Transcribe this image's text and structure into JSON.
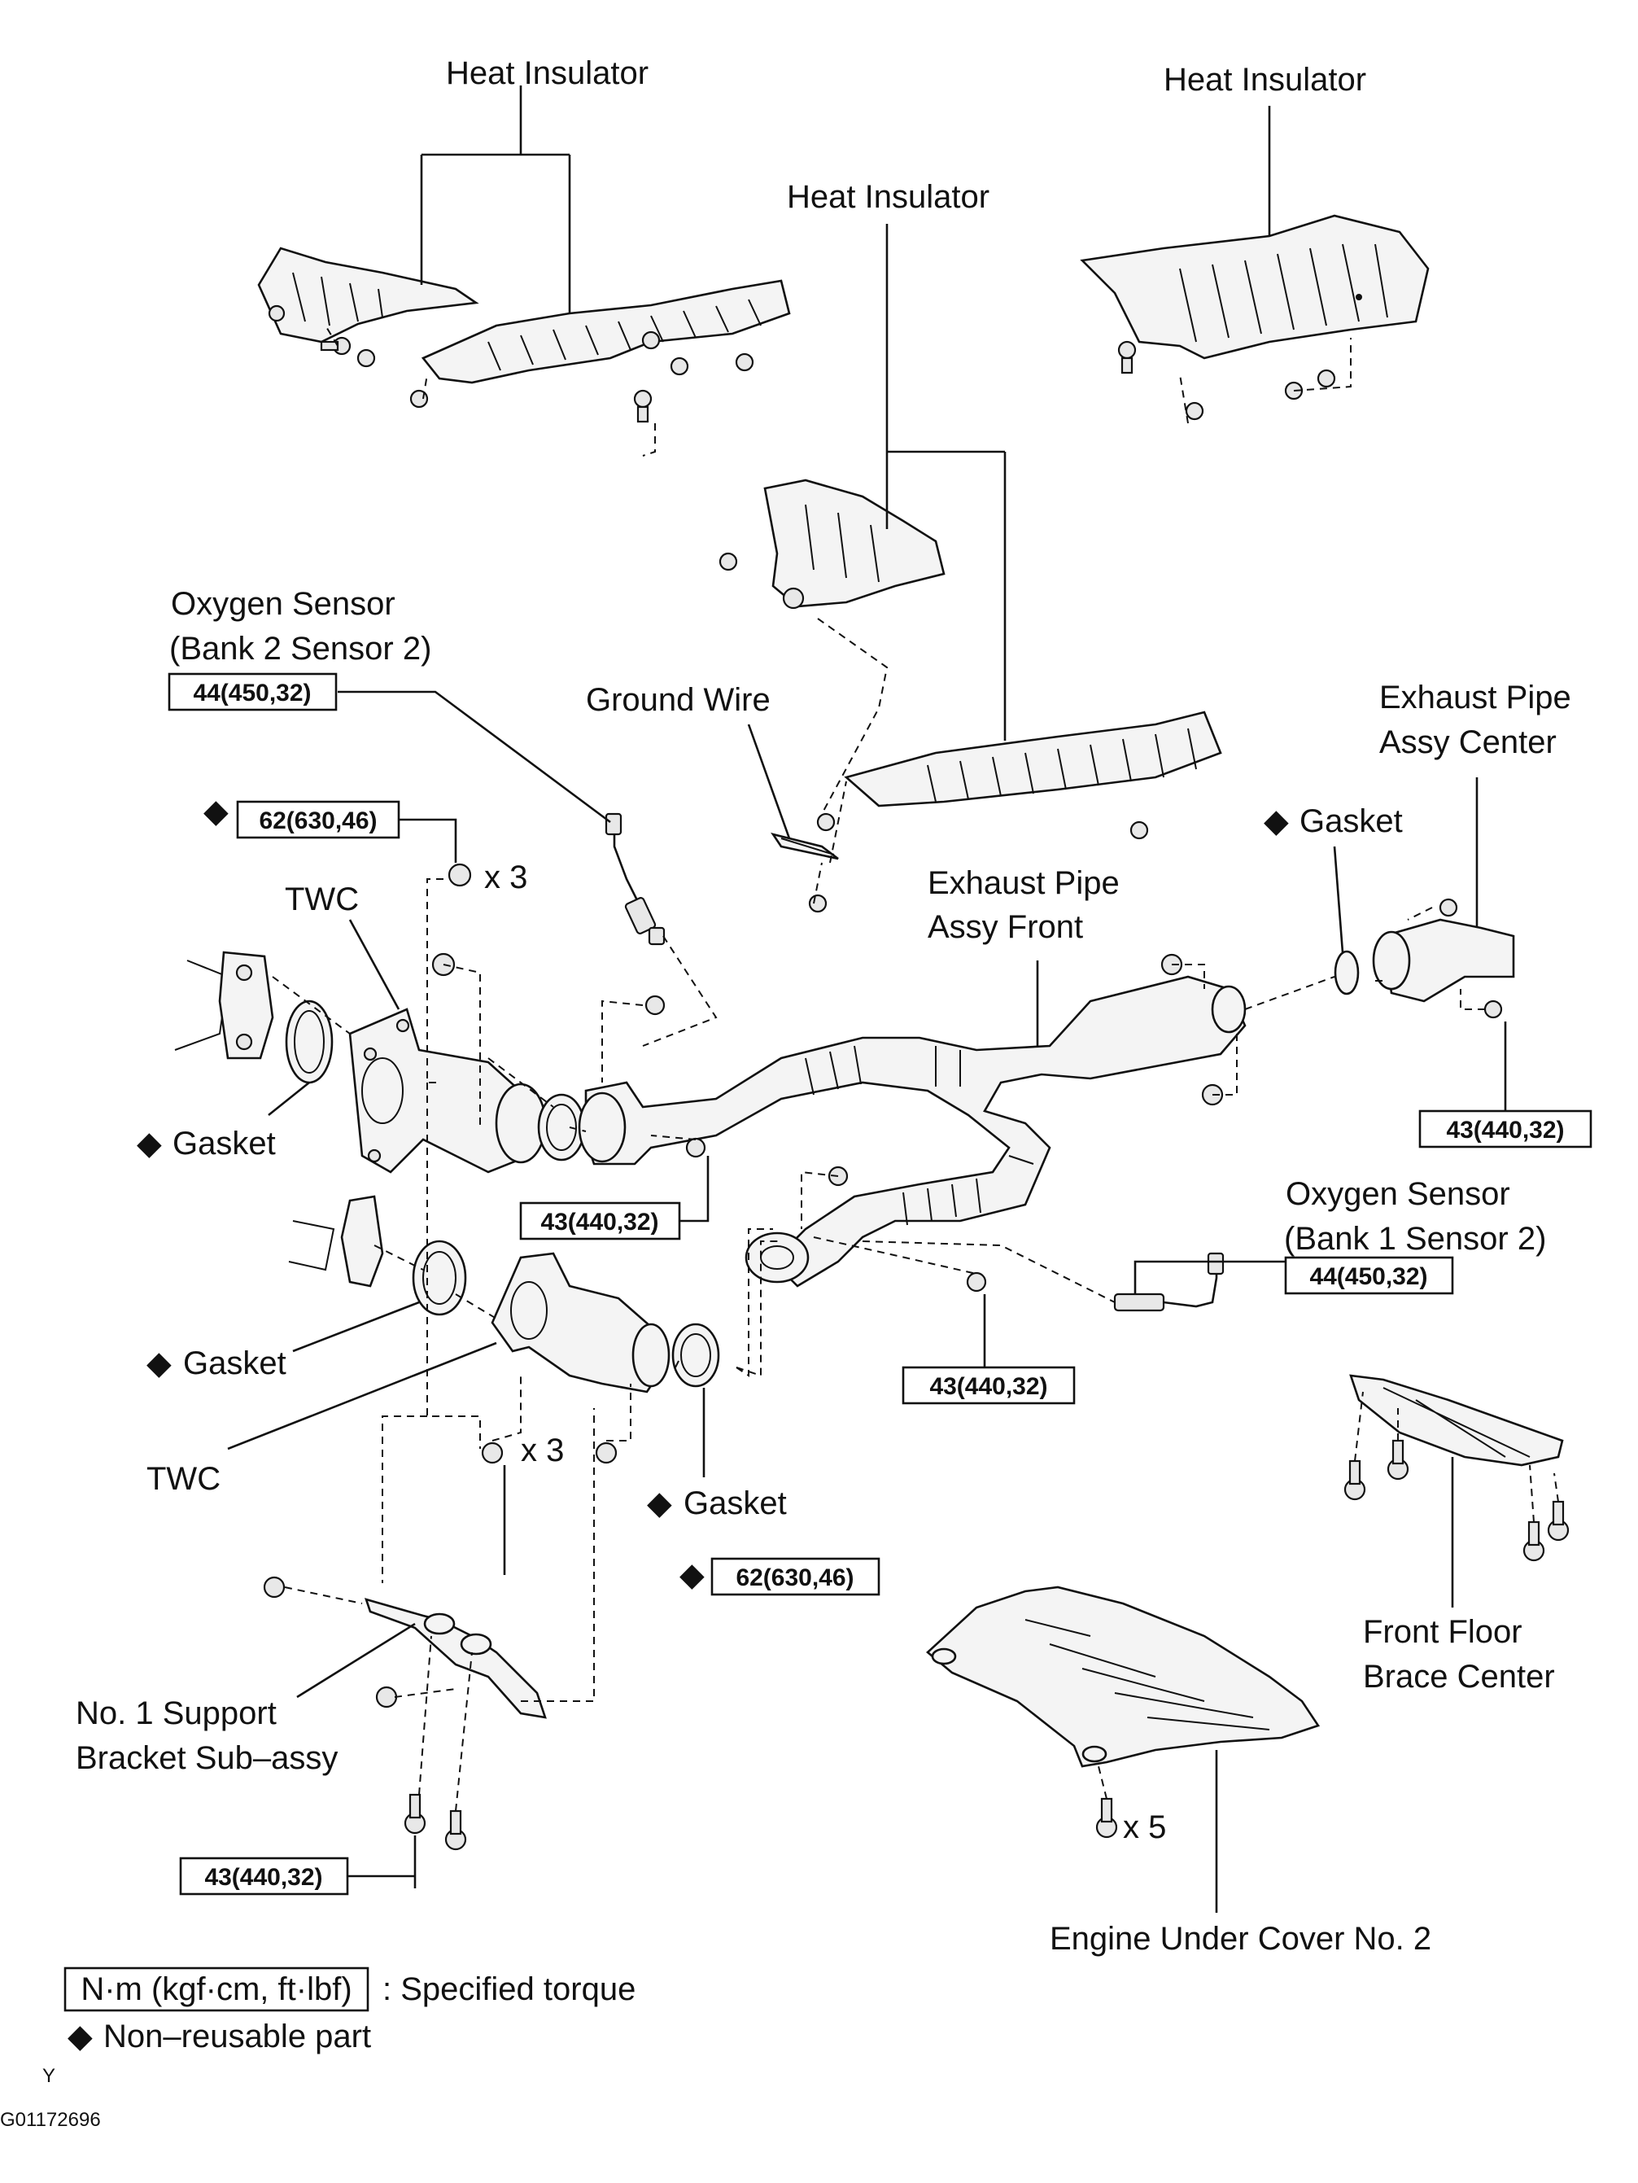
{
  "labels": {
    "heat_insulator_1": "Heat Insulator",
    "heat_insulator_2": "Heat Insulator",
    "heat_insulator_3": "Heat Insulator",
    "oxygen_sensor_b2s2_line1": "Oxygen Sensor",
    "oxygen_sensor_b2s2_line2": "(Bank 2 Sensor 2)",
    "ground_wire": "Ground Wire",
    "exhaust_center_line1": "Exhaust Pipe",
    "exhaust_center_line2": "Assy Center",
    "gasket_right": "Gasket",
    "twc_upper": "TWC",
    "exhaust_front_line1": "Exhaust Pipe",
    "exhaust_front_line2": "Assy Front",
    "gasket_left_upper": "Gasket",
    "oxygen_sensor_b1s2_line1": "Oxygen Sensor",
    "oxygen_sensor_b1s2_line2": "(Bank 1 Sensor 2)",
    "gasket_left_lower": "Gasket",
    "twc_lower": "TWC",
    "gasket_lower_center": "Gasket",
    "support_bracket_line1": "No. 1 Support",
    "support_bracket_line2": "Bracket Sub–assy",
    "front_floor_line1": "Front Floor",
    "front_floor_line2": "Brace Center",
    "engine_under_cover": "Engine Under Cover No. 2",
    "qty_x3_upper": "x 3",
    "qty_x3_lower": "x 3",
    "qty_x5": "x 5"
  },
  "torques": {
    "o2_bank2": "44(450,32)",
    "nut_upper": "62(630,46)",
    "center_right": "43(440,32)",
    "front_pipe_left": "43(440,32)",
    "o2_bank1": "44(450,32)",
    "front_pipe_lower": "43(440,32)",
    "nut_lower": "62(630,46)",
    "bracket": "43(440,32)"
  },
  "legend": {
    "unit_box": "N·m (kgf·cm, ft·lbf)",
    "specified_torque": ": Specified torque",
    "non_reusable": "Non–reusable part",
    "diamond": "◆"
  },
  "footer": {
    "orientation": "Y",
    "figure_code": "G01172696"
  }
}
